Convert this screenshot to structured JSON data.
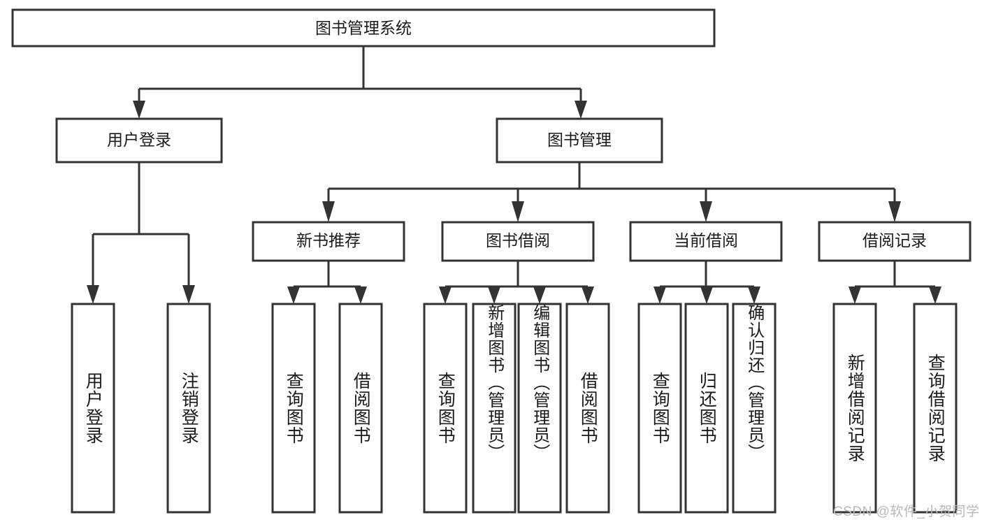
{
  "diagram": {
    "type": "tree-hierarchy",
    "title": "图书管理系统",
    "watermark": "CSDN @软件_小贺同学",
    "colors": {
      "stroke": "#333333",
      "box_fill": "#ffffff",
      "text": "#1b1b1b",
      "watermark": "#b9b9b9",
      "background": "#ffffff"
    },
    "levels": {
      "root": {
        "label": "图书管理系统",
        "orientation": "horizontal"
      },
      "level2": [
        {
          "label": "用户登录",
          "orientation": "horizontal"
        },
        {
          "label": "图书管理",
          "orientation": "horizontal"
        }
      ],
      "level3": [
        {
          "label": "新书推荐",
          "orientation": "horizontal"
        },
        {
          "label": "图书借阅",
          "orientation": "horizontal"
        },
        {
          "label": "当前借阅",
          "orientation": "horizontal"
        },
        {
          "label": "借阅记录",
          "orientation": "horizontal"
        }
      ],
      "leaves_user_login": [
        {
          "label": "用户登录",
          "orientation": "vertical"
        },
        {
          "label": "注销登录",
          "orientation": "vertical"
        }
      ],
      "leaves_new_book": [
        {
          "label": "查询图书",
          "orientation": "vertical"
        },
        {
          "label": "借阅图书",
          "orientation": "vertical"
        }
      ],
      "leaves_borrow": [
        {
          "label": "查询图书",
          "orientation": "vertical"
        },
        {
          "label": "新增图书（管理员）",
          "orientation": "vertical"
        },
        {
          "label": "编辑图书（管理员）",
          "orientation": "vertical"
        },
        {
          "label": "借阅图书",
          "orientation": "vertical"
        }
      ],
      "leaves_current": [
        {
          "label": "查询图书",
          "orientation": "vertical"
        },
        {
          "label": "归还图书",
          "orientation": "vertical"
        },
        {
          "label": "确认归还（管理员）",
          "orientation": "vertical"
        }
      ],
      "leaves_records": [
        {
          "label": "新增借阅记录",
          "orientation": "vertical"
        },
        {
          "label": "查询借阅记录",
          "orientation": "vertical"
        }
      ]
    }
  }
}
